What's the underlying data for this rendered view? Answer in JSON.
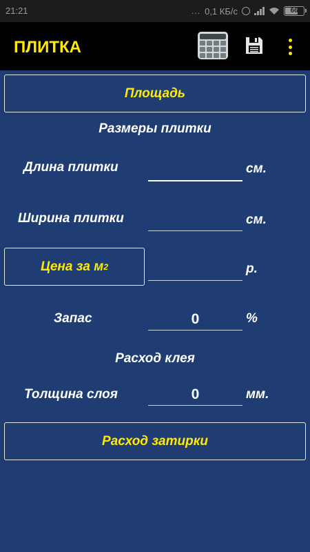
{
  "status_bar": {
    "time": "21:21",
    "dots": "...",
    "speed": "0,1 КБ/с",
    "battery": "66"
  },
  "app_bar": {
    "title": "ПЛИТКА",
    "icons": [
      "calculator-icon",
      "save-icon",
      "more-vert-icon"
    ]
  },
  "area_button": "Площадь",
  "tile_dimensions_heading": "Размеры плитки",
  "tile_length": {
    "label": "Длина плитки",
    "value": "",
    "unit": "см."
  },
  "tile_width": {
    "label": "Ширина плитки",
    "value": "",
    "unit": "см."
  },
  "price": {
    "button_label": "Цена за м",
    "superscript": "2",
    "value": "",
    "unit": "р."
  },
  "reserve": {
    "label": "Запас",
    "value": "0",
    "unit": "%"
  },
  "adhesive_heading": "Расход клея",
  "layer_thickness": {
    "label": "Толщина слоя",
    "value": "0",
    "unit": "мм."
  },
  "grout_button": "Расход затирки",
  "colors": {
    "background": "#1f3d72",
    "accent": "#ffea00",
    "app_bar": "#000000"
  }
}
